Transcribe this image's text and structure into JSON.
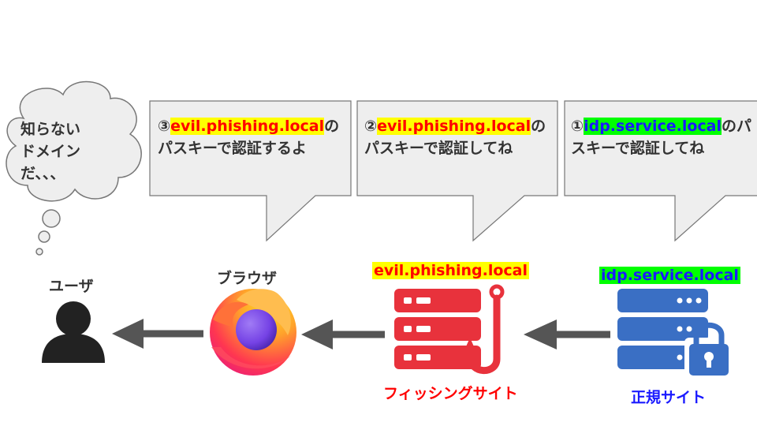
{
  "thought": {
    "line1": "知らない",
    "line2": "ドメイン",
    "line3": "だ、、、"
  },
  "bubbles": [
    {
      "prefix": "③",
      "domain": "evil.phishing.local",
      "text": "のパスキーで認証するよ"
    },
    {
      "prefix": "②",
      "domain": "evil.phishing.local",
      "text": "のパスキーで認証してね"
    },
    {
      "prefix": "①",
      "domain": "idp.service.local",
      "text": "のパスキーで認証してね"
    }
  ],
  "nodes": {
    "user": {
      "label": "ユーザ"
    },
    "browser": {
      "label": "ブラウザ"
    },
    "phishing": {
      "domain": "evil.phishing.local",
      "label": "フィッシングサイト"
    },
    "legit": {
      "domain": "idp.service.local",
      "label": "正規サイト"
    }
  },
  "colors": {
    "phish_red": "#e8323c",
    "legit_blue": "#3a6fc4",
    "highlight_yellow": "#ffff00",
    "highlight_green": "#00ff00",
    "arrow_gray": "#555555",
    "bubble_fill": "#eeeeee"
  }
}
